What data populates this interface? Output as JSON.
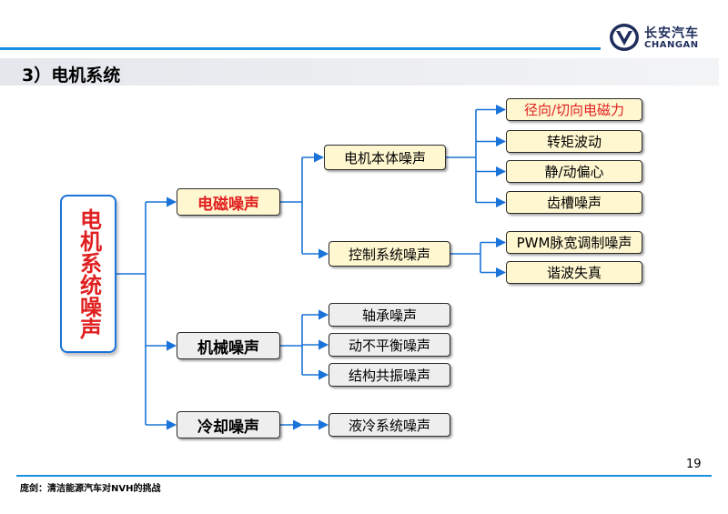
{
  "header": {
    "logo_cn": "长安汽车",
    "logo_en": "CHANGAN",
    "accent_color": "#1a8fe0"
  },
  "section": {
    "title": "3）电机系统"
  },
  "diagram": {
    "root": {
      "label": "电机系统噪声"
    },
    "electromagnetic": {
      "label": "电磁噪声",
      "motor_body": {
        "label": "电机本体噪声",
        "children": [
          "径向/切向电磁力",
          "转矩波动",
          "静/动偏心",
          "齿槽噪声"
        ]
      },
      "control_system": {
        "label": "控制系统噪声",
        "children": [
          "PWM脉宽调制噪声",
          "谐波失真"
        ]
      }
    },
    "mechanical": {
      "label": "机械噪声",
      "children": [
        "轴承噪声",
        "动不平衡噪声",
        "结构共振噪声"
      ]
    },
    "cooling": {
      "label": "冷却噪声",
      "children": [
        "液冷系统噪声"
      ]
    }
  },
  "page_number": "19",
  "footer": {
    "text": "庞剑：清洁能源汽车对NVH的挑战"
  }
}
